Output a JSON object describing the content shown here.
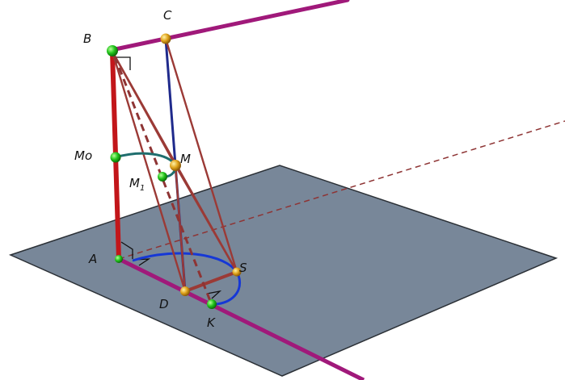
{
  "labels": {
    "A": "A",
    "B": "B",
    "C": "C",
    "D": "D",
    "S": "S",
    "K": "K",
    "M": "M",
    "Mo": "Mo",
    "M1_main": "M",
    "M1_sub": "1"
  },
  "colors": {
    "plane": "#788799",
    "plane_edge": "#2b3036",
    "line_magenta": "#a0197a",
    "segment_red": "#c2161a",
    "segment_brown": "#9b3a36",
    "dashed_brown": "#8e3434",
    "segment_blue": "#1f2a8c",
    "arc_blue": "#1638d6",
    "arc_teal": "#1f6e6e",
    "point_green": "#22c41c",
    "point_yellow": "#e0a41c"
  }
}
